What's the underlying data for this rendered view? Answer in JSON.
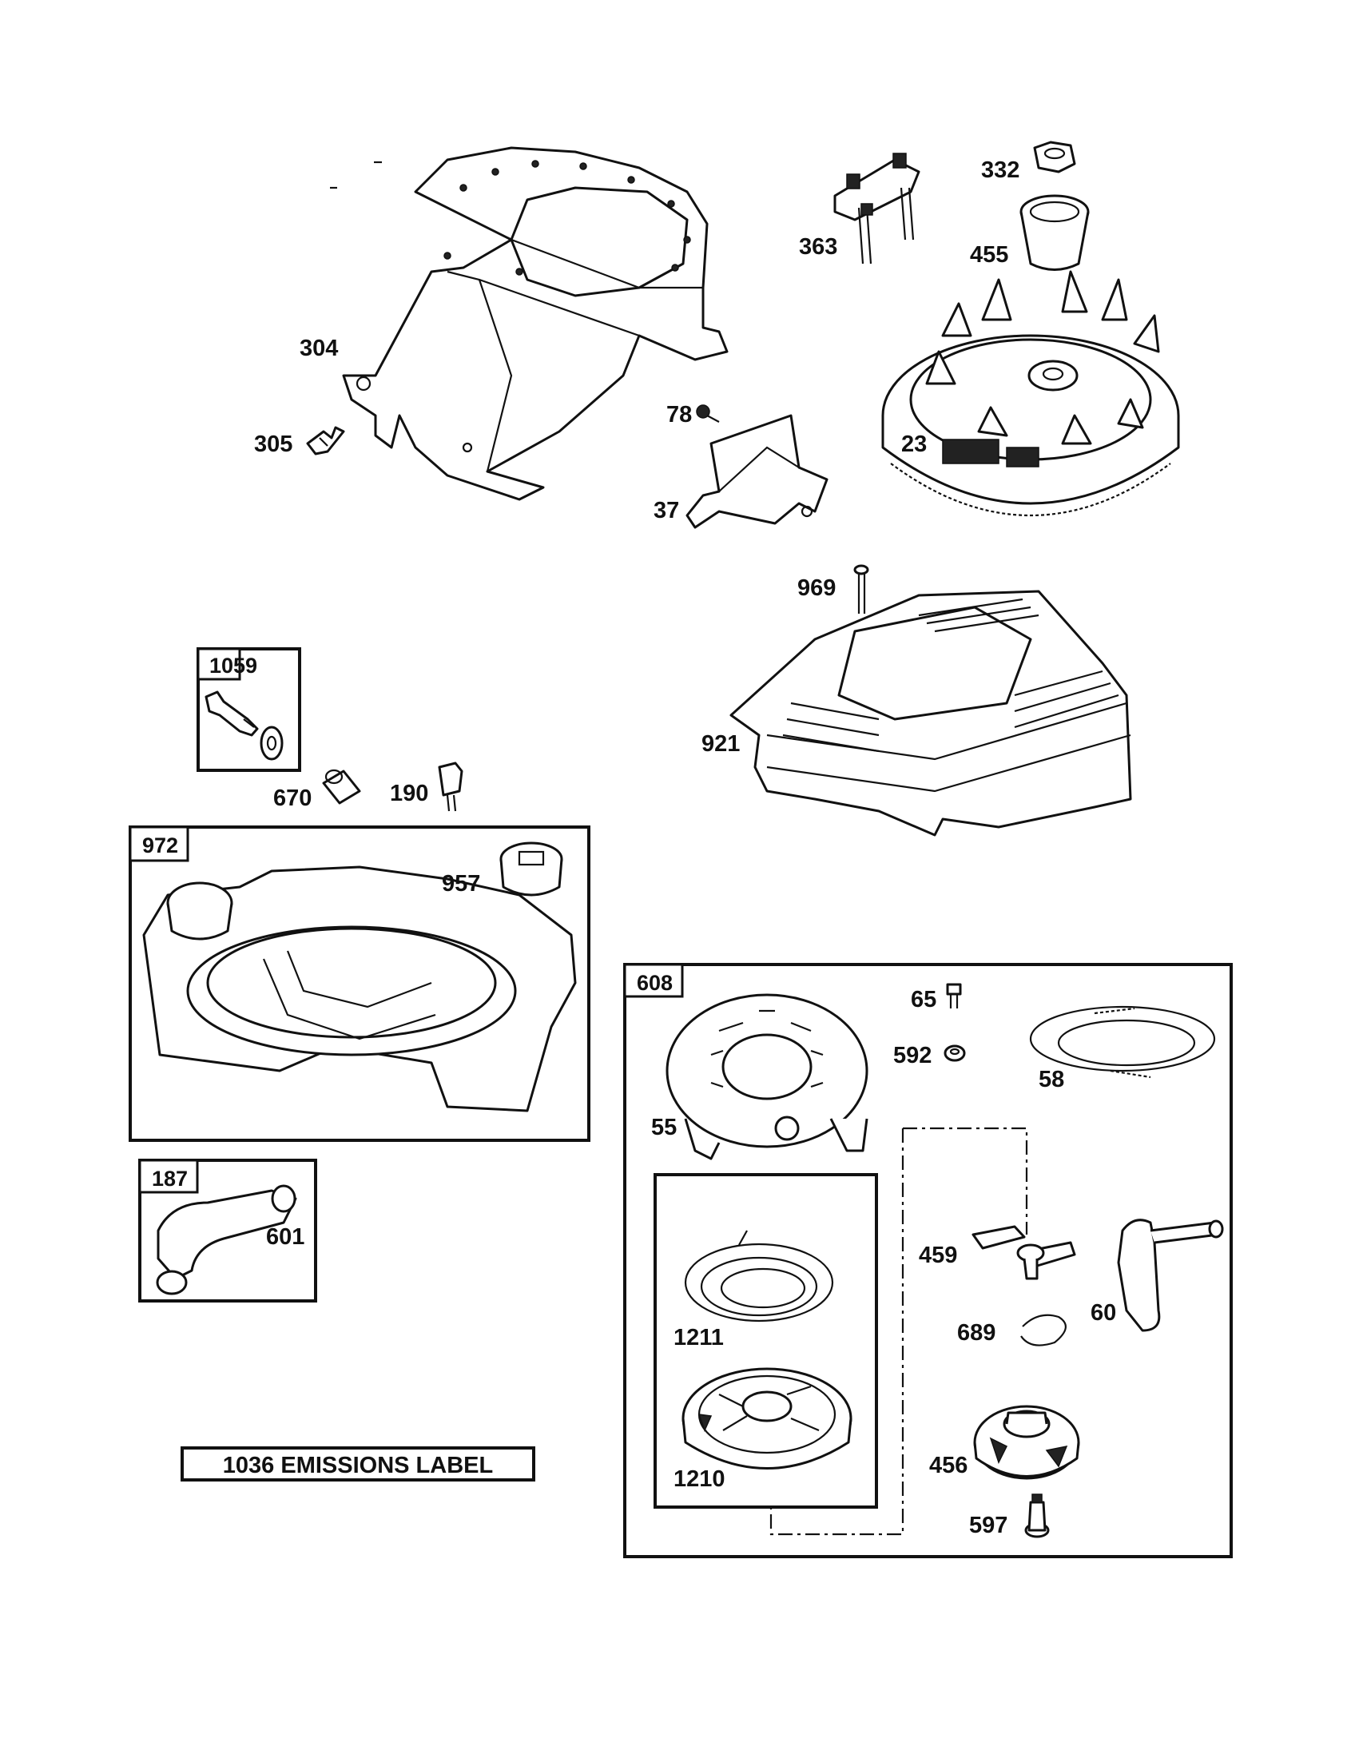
{
  "diagram": {
    "part_labels": {
      "p304": "304",
      "p305": "305",
      "p363": "363",
      "p332": "332",
      "p455": "455",
      "p78": "78",
      "p37": "37",
      "p23": "23",
      "p969": "969",
      "p921": "921",
      "p670": "670",
      "p190": "190",
      "p957": "957",
      "p601": "601",
      "p65": "65",
      "p592": "592",
      "p58": "58",
      "p55": "55",
      "p459": "459",
      "p60": "60",
      "p1211": "1211",
      "p689": "689",
      "p1210": "1210",
      "p456": "456",
      "p597": "597"
    },
    "kit_labels": {
      "k1059": "1059",
      "k972": "972",
      "k187": "187",
      "k608": "608"
    },
    "emissions_label": "1036 EMISSIONS LABEL"
  }
}
